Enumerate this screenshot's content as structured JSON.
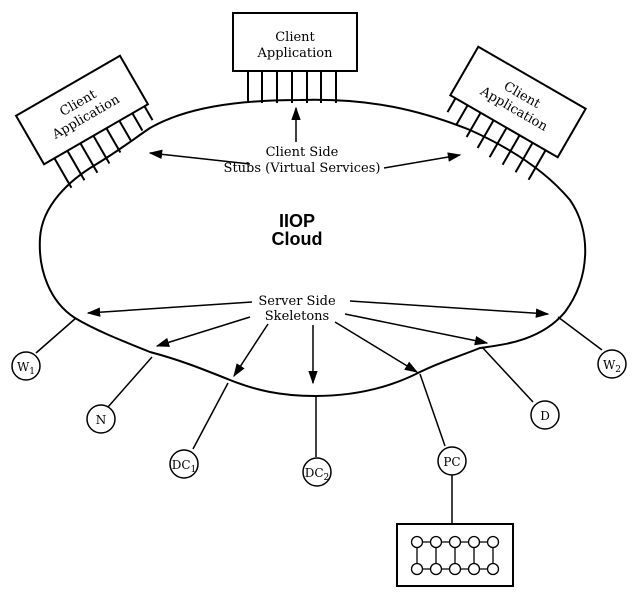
{
  "diagram": {
    "clients": [
      {
        "line1": "Client",
        "line2": "Application"
      },
      {
        "line1": "Client",
        "line2": "Application"
      },
      {
        "line1": "Client",
        "line2": "Application"
      }
    ],
    "stubs": {
      "line1": "Client Side",
      "line2": "Stubs (Virtual Services)"
    },
    "cloud": {
      "line1": "IIOP",
      "line2": "Cloud"
    },
    "skeletons": {
      "line1": "Server Side",
      "line2": "Skeletons"
    },
    "nodes": [
      {
        "main": "W",
        "sub": "1"
      },
      {
        "main": "N",
        "sub": ""
      },
      {
        "main": "DC",
        "sub": "1"
      },
      {
        "main": "DC",
        "sub": "2"
      },
      {
        "main": "PC",
        "sub": ""
      },
      {
        "main": "D",
        "sub": ""
      },
      {
        "main": "W",
        "sub": "2"
      }
    ]
  }
}
